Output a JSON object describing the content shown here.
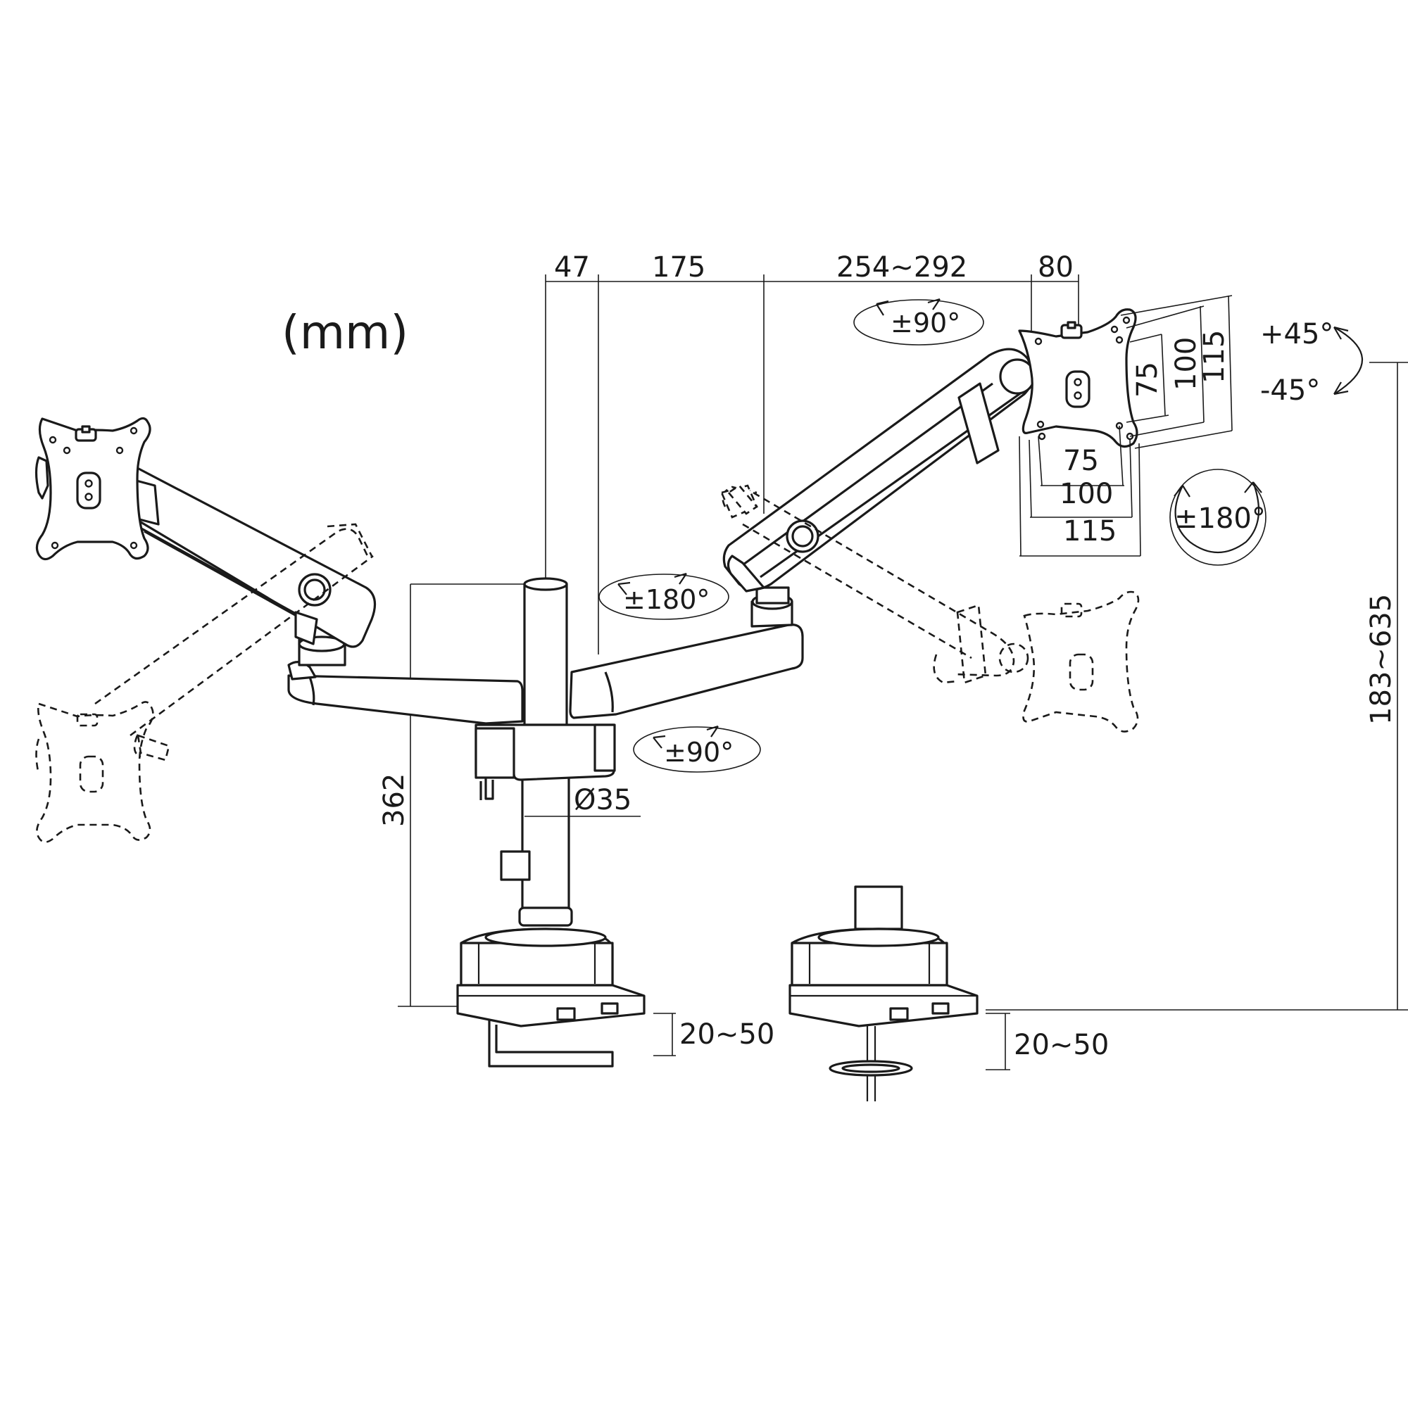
{
  "unit_label": "(mm)",
  "dimensions": {
    "offset_top": "47",
    "arm_inner": "175",
    "arm_outer": "254~292",
    "plate_offset": "80",
    "pole_height": "362",
    "pole_diameter": "Ø35",
    "max_height": "183~635",
    "clamp_range_left": "20~50",
    "clamp_range_right": "20~50",
    "vesa_h_75": "75",
    "vesa_h_100": "100",
    "vesa_h_115": "115",
    "vesa_v_75": "75",
    "vesa_v_100": "100",
    "vesa_v_115": "115"
  },
  "rotations": {
    "swivel_top": "±90°",
    "swivel_mid": "±180°",
    "swivel_base": "±90°",
    "tilt_up": "+45°",
    "tilt_down": "-45°",
    "rotate": "±180°"
  }
}
